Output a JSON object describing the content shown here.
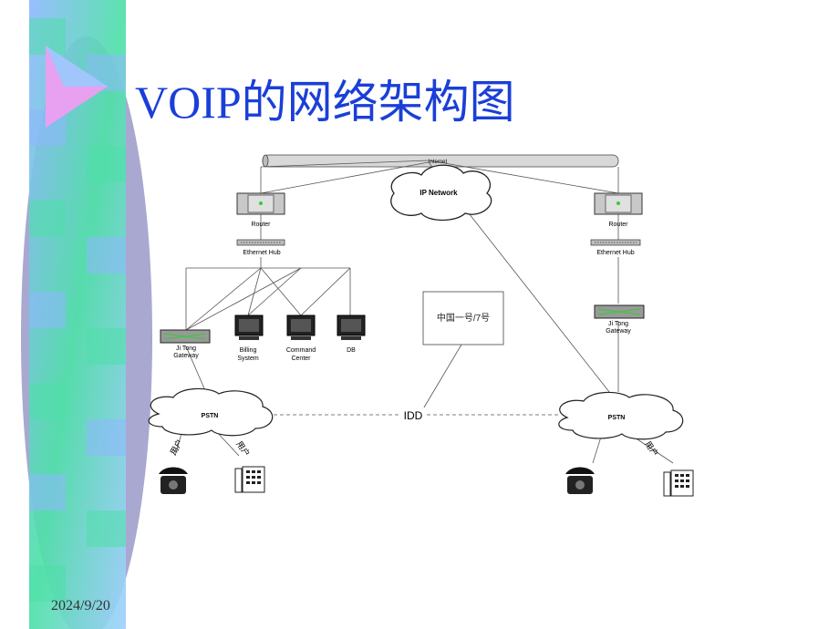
{
  "slide": {
    "title": "VOIP的网络架构图",
    "date": "2024/9/20"
  },
  "colors": {
    "title": "#1a3fd8",
    "sidebar_oval": "#a8a8d0",
    "sidebar_green": "#4fe0a8",
    "sidebar_blue": "#8fb8ff",
    "sidebar_pink": "#e8a0f0"
  },
  "diagram": {
    "internet_label": "Internet",
    "ip_network_label": "IP Network",
    "router_left_label": "Router",
    "router_right_label": "Router",
    "hub_left_label": "Ethernet Hub",
    "hub_right_label": "Ethernet Hub",
    "gateway_left_label": [
      "Ji Tong",
      "Gateway"
    ],
    "gateway_right_label": [
      "Ji Tong",
      "Gateway"
    ],
    "billing_label": [
      "Billing",
      "System"
    ],
    "command_label": [
      "Command",
      "Center"
    ],
    "db_label": "DB",
    "china_box_label": "中国一号/7号",
    "pstn_left_label": "PSTN",
    "pstn_right_label": "PSTN",
    "idd_label": "IDD",
    "phone_label_left": "用户",
    "phone_label_right": "用户",
    "icons": [
      "telephone-icon",
      "desk-phone-icon",
      "computer-icon",
      "router-icon",
      "hub-icon",
      "gateway-icon",
      "cloud-icon"
    ]
  }
}
